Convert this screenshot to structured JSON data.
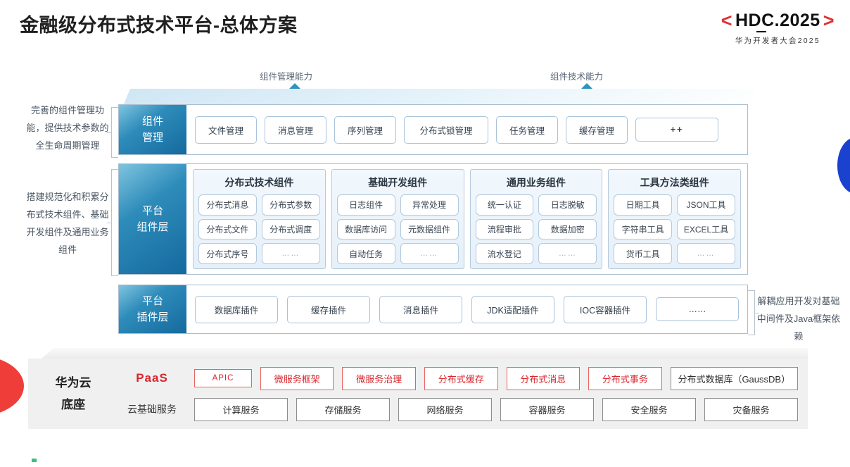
{
  "header": {
    "title": "金融级分布式技术平台-总体方案",
    "logo": {
      "left_bracket": "<",
      "right_bracket": ">",
      "main": "HDC.2025",
      "subtitle": "华为开发者大会2025"
    }
  },
  "arrows": [
    {
      "label": "组件管理能力",
      "icon": "up-arrow-icon"
    },
    {
      "label": "组件技术能力",
      "icon": "up-arrow-icon"
    }
  ],
  "annotations": {
    "left": [
      "完善的组件管理功能，提供技术参数的全生命周期管理",
      "搭建规范化和积累分布式技术组件、基础开发组件及通用业务组件"
    ],
    "right": "解耦应用开发对基础中间件及Java框架依赖"
  },
  "layers": {
    "management": {
      "label": "组件\n管理",
      "label_line1": "组件",
      "label_line2": "管理",
      "items": [
        "文件管理",
        "消息管理",
        "序列管理",
        "分布式锁管理",
        "任务管理",
        "缓存管理",
        "++"
      ]
    },
    "platform_component": {
      "label_line1": "平台",
      "label_line2": "组件层",
      "groups": [
        {
          "title": "分布式技术组件",
          "cells": [
            "分布式消息",
            "分布式参数",
            "分布式文件",
            "分布式调度",
            "分布式序号",
            "……"
          ]
        },
        {
          "title": "基础开发组件",
          "cells": [
            "日志组件",
            "异常处理",
            "数据库访问",
            "元数据组件",
            "自动任务",
            "……"
          ]
        },
        {
          "title": "通用业务组件",
          "cells": [
            "统一认证",
            "日志脱敏",
            "流程审批",
            "数据加密",
            "流水登记",
            "……"
          ]
        },
        {
          "title": "工具方法类组件",
          "cells": [
            "日期工具",
            "JSON工具",
            "字符串工具",
            "EXCEL工具",
            "货币工具",
            "……"
          ]
        }
      ]
    },
    "plugin": {
      "label_line1": "平台",
      "label_line2": "插件层",
      "items": [
        "数据库插件",
        "缓存插件",
        "消息插件",
        "JDK适配插件",
        "IOC容器插件",
        "……"
      ]
    }
  },
  "foundation": {
    "title_line1": "华为云",
    "title_line2": "底座",
    "paas": {
      "label": "PaaS",
      "items": [
        {
          "text": "APIC",
          "style": "red"
        },
        {
          "text": "微服务框架",
          "style": "red"
        },
        {
          "text": "微服务治理",
          "style": "red"
        },
        {
          "text": "分布式缓存",
          "style": "red"
        },
        {
          "text": "分布式消息",
          "style": "red"
        },
        {
          "text": "分布式事务",
          "style": "red"
        },
        {
          "text": "分布式数据库（GaussDB）",
          "style": "gray"
        }
      ]
    },
    "infra": {
      "label": "云基础服务",
      "items": [
        "计算服务",
        "存储服务",
        "网络服务",
        "容器服务",
        "安全服务",
        "灾备服务"
      ]
    }
  },
  "colors": {
    "brand_red": "#d9262c",
    "accent_blue": "#15699e",
    "logo_bracket_red": "#e03131",
    "decor_blue": "#1b42cf",
    "decor_red": "#ef3e3a"
  }
}
